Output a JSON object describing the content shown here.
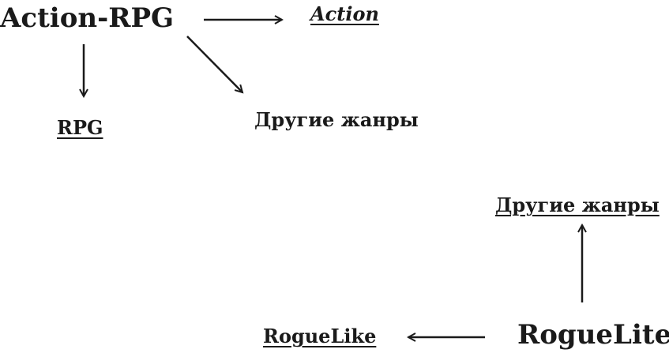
{
  "diagram": {
    "nodes": {
      "action_rpg": {
        "label": "Action-RPG",
        "underlined": false
      },
      "action": {
        "label": "Action",
        "underlined": true,
        "italic": true
      },
      "rpg": {
        "label": "RPG",
        "underlined": true
      },
      "other_genres_top": {
        "label": "Другие жанры",
        "underlined": false
      },
      "other_genres_bottom": {
        "label": "Другие жанры",
        "underlined": true
      },
      "roguelite": {
        "label": "RogueLite",
        "underlined": false
      },
      "roguelike": {
        "label": "RogueLike",
        "underlined": true
      }
    },
    "edges": [
      {
        "from": "action_rpg",
        "to": "action"
      },
      {
        "from": "action_rpg",
        "to": "rpg"
      },
      {
        "from": "action_rpg",
        "to": "other_genres_top"
      },
      {
        "from": "roguelite",
        "to": "other_genres_bottom"
      },
      {
        "from": "roguelite",
        "to": "roguelike"
      }
    ],
    "colors": {
      "text": "#1a1a1a",
      "arrow": "#1a1a1a",
      "background": "#ffffff"
    }
  }
}
